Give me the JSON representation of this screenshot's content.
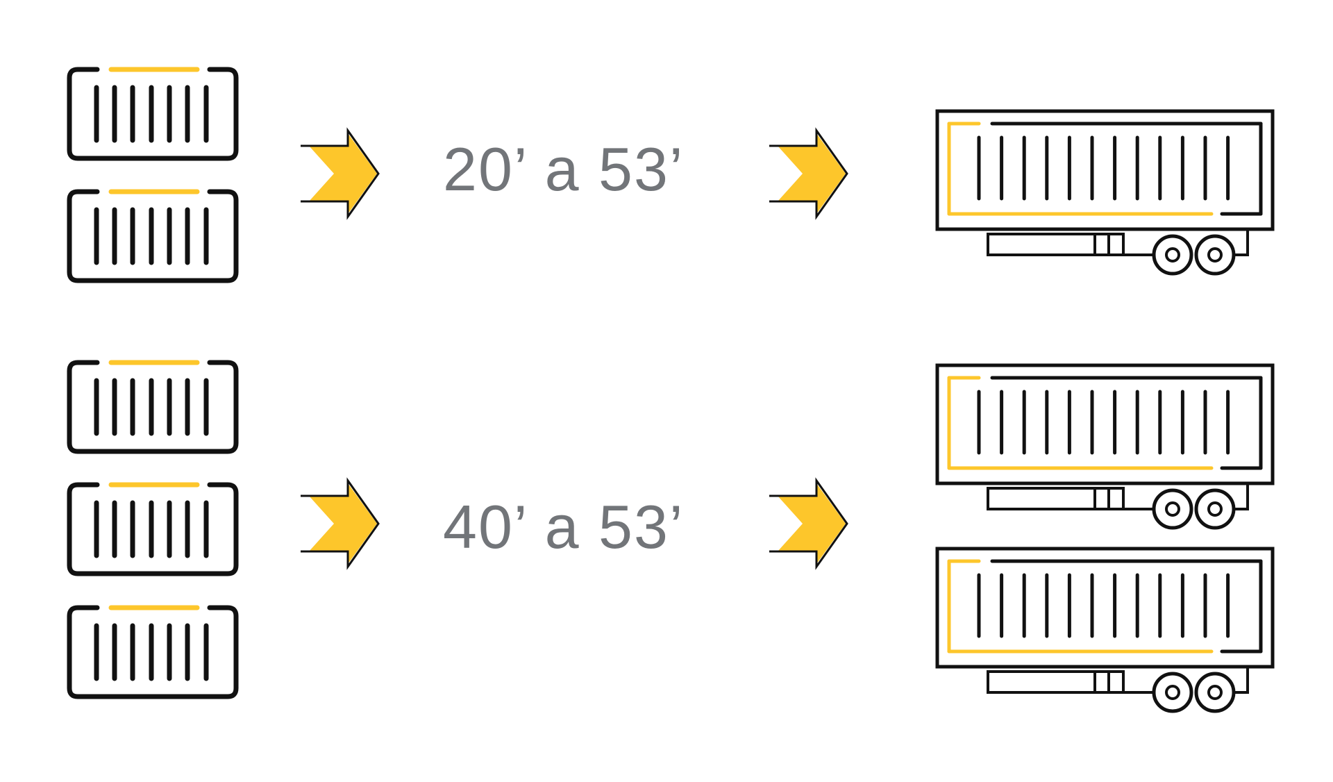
{
  "colors": {
    "stroke": "#111111",
    "accent": "#FDC62B",
    "text": "#727579",
    "background": "#ffffff"
  },
  "rows": [
    {
      "container_count": 2,
      "label": "20’ a 53’",
      "trailer_count": 1
    },
    {
      "container_count": 3,
      "label": "40’ a 53’",
      "trailer_count": 2
    }
  ],
  "icons": {
    "container": "shipping-container-icon",
    "arrow": "chevron-arrow-icon",
    "trailer": "trailer-icon"
  }
}
